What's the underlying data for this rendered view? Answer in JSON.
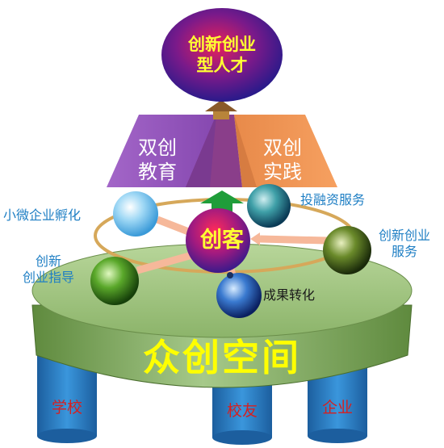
{
  "top": {
    "line1": "创新创业",
    "line2": "型人才"
  },
  "education": {
    "line1": "双创",
    "line2": "教育"
  },
  "practice": {
    "line1": "双创",
    "line2": "实践"
  },
  "center": "创客",
  "base": "众创空间",
  "nodes": {
    "incubation": "小微企业孵化",
    "investment": "投融资服务",
    "service_line1": "创新创业",
    "service_line2": "服务",
    "guidance_line1": "创新",
    "guidance_line2": "创业指导",
    "transfer": "成果转化"
  },
  "pillars": {
    "school": "学校",
    "alumni": "校友",
    "enterprise": "企业"
  },
  "colors": {
    "blue_text": "#1f7fc4",
    "yellow_text": "#ffff33",
    "purple": "#9b59b6",
    "orange": "#f0904a",
    "platform_green": "#9fc07a",
    "pillar_blue": "#2a7ec6",
    "arrow_green": "#1f9d3a"
  }
}
